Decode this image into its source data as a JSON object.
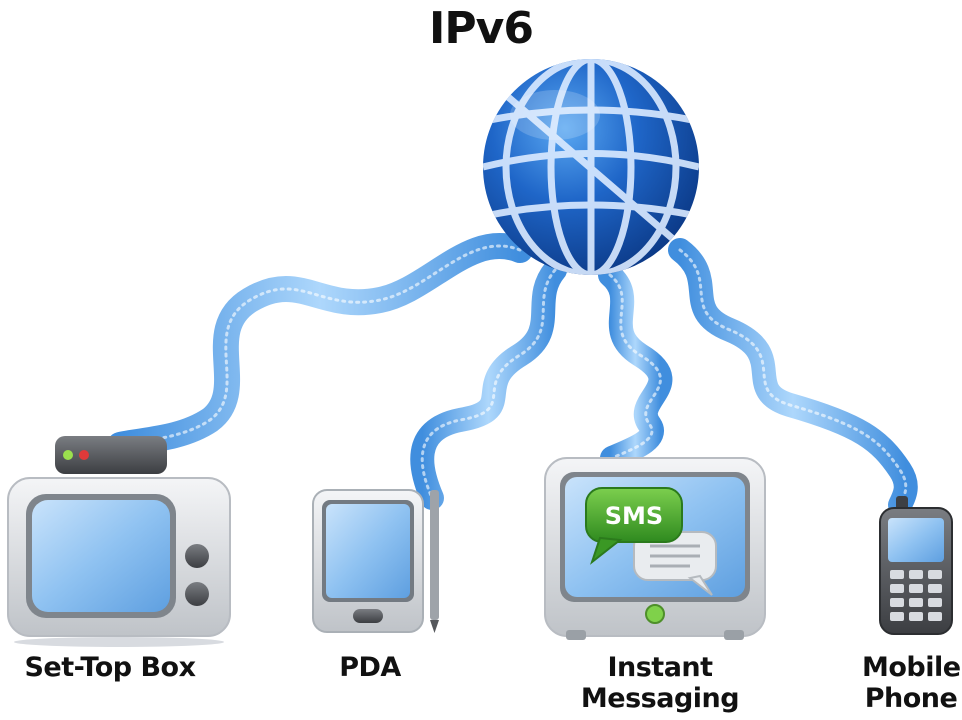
{
  "title": "IPv6",
  "devices": [
    {
      "id": "set-top-box",
      "label": "Set-Top Box"
    },
    {
      "id": "pda",
      "label": "PDA"
    },
    {
      "id": "instant-messaging",
      "label_line1": "Instant",
      "label_line2": "Messaging",
      "bubble_text": "SMS"
    },
    {
      "id": "mobile-phone",
      "label_line1": "Mobile",
      "label_line2": "Phone"
    }
  ],
  "colors": {
    "globe_dark": "#0b3f8f",
    "globe_light": "#3f8ee6",
    "ribbon": "#2f8fe0",
    "screen": "#7fb8ef",
    "sms_green": "#4caa2f",
    "device_silver": "#d6d9dd"
  }
}
